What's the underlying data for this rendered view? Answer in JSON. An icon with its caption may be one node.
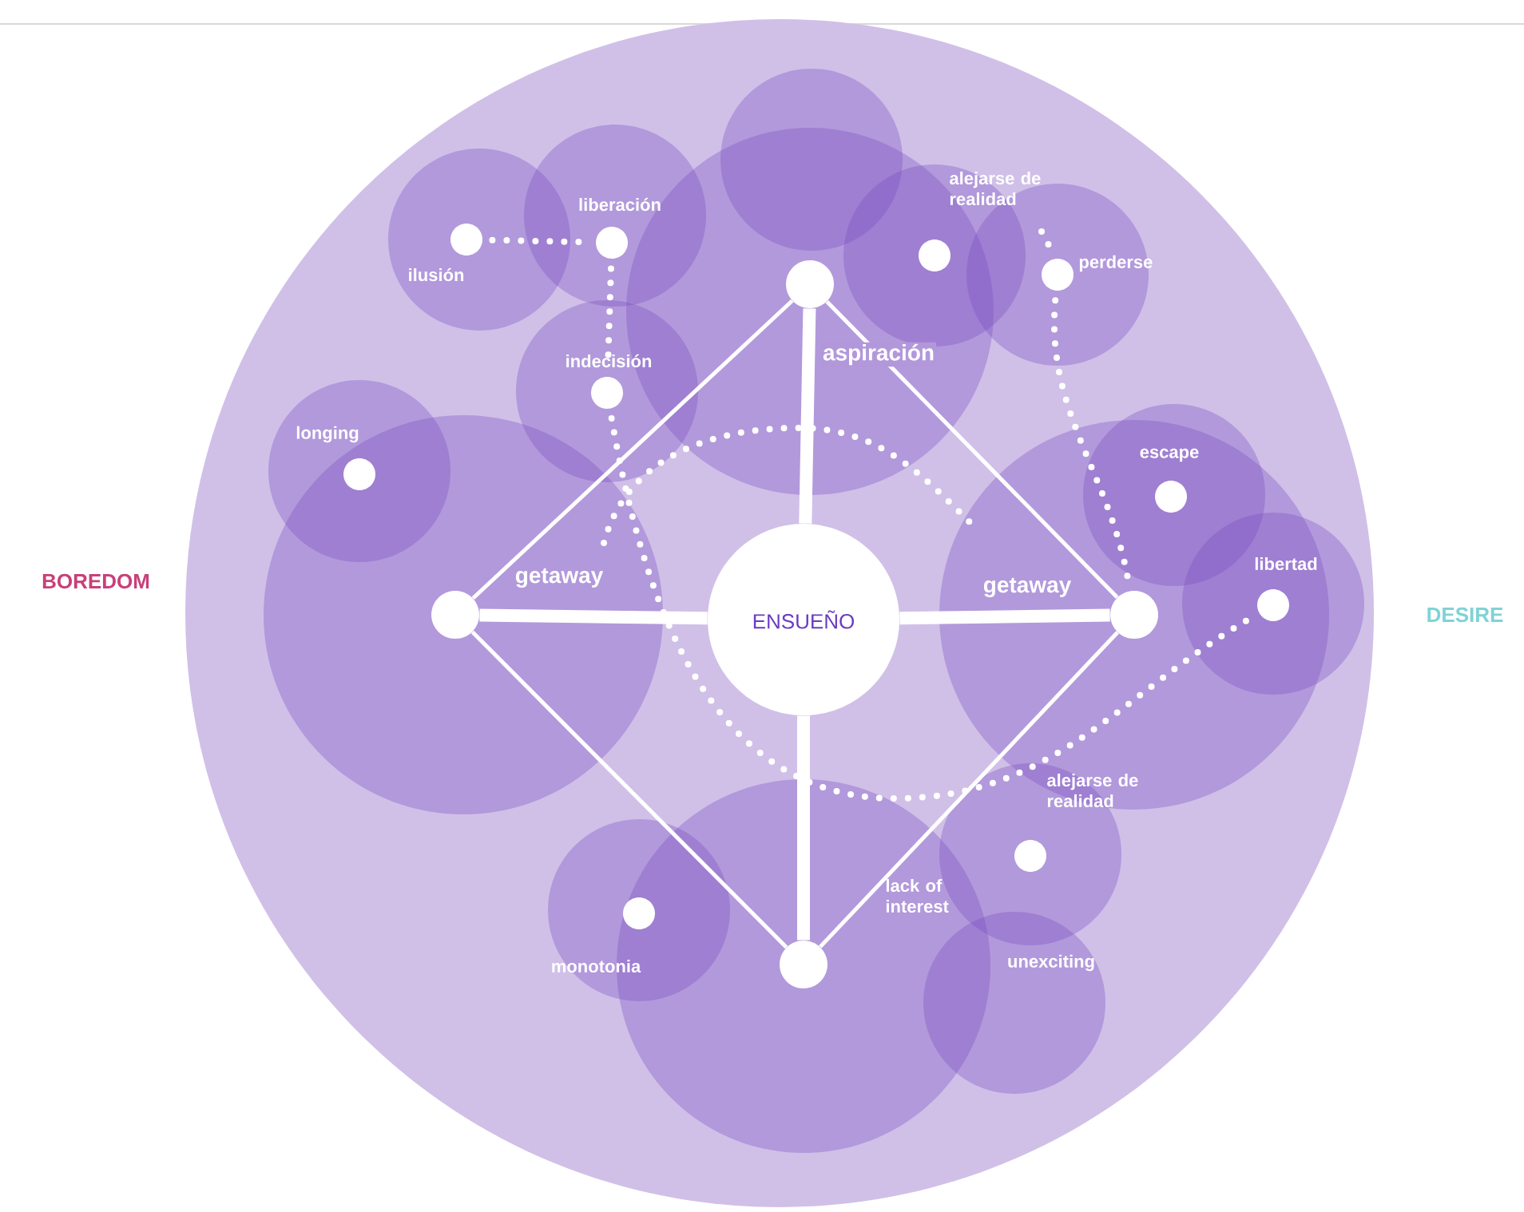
{
  "diagram": {
    "nodes": [
      {
        "text": [
          "ENSUEÑO"
        ]
      },
      {
        "text": [],
        "shape": "circle",
        "beside": [
          "aspiración"
        ]
      },
      {
        "text": [],
        "shape": "circle",
        "beside": [
          "getaway"
        ]
      },
      {
        "text": [],
        "shape": "circle",
        "beside": [
          "getaway"
        ]
      },
      {
        "text": [],
        "shape": "circle",
        "beside": [
          "lack of interest"
        ]
      },
      {
        "text": [],
        "shape": "circle",
        "beside": [
          "ilusión"
        ]
      },
      {
        "text": [],
        "shape": "circle",
        "beside": [
          "liberación"
        ]
      },
      {
        "text": [],
        "shape": "circle",
        "beside": [
          "indecisión"
        ]
      },
      {
        "text": [],
        "shape": "circle",
        "beside": [
          "alejarse de realidad"
        ]
      },
      {
        "text": [],
        "shape": "circle",
        "beside": [
          "perderse"
        ]
      },
      {
        "text": [],
        "shape": "circle",
        "beside": [
          "longing"
        ]
      },
      {
        "text": [],
        "shape": "circle",
        "beside": [
          "escape"
        ]
      },
      {
        "text": [],
        "shape": "circle",
        "beside": [
          "libertad"
        ]
      },
      {
        "text": [],
        "shape": "circle",
        "beside": [
          "alejarse de realidad"
        ]
      },
      {
        "text": [],
        "shape": "circle",
        "beside": [
          "monotonia"
        ]
      }
    ],
    "edges": [
      {
        "from": 0,
        "to": 1,
        "arrow": "none",
        "style": "thick"
      },
      {
        "from": 0,
        "to": 2,
        "arrow": "none",
        "style": "thick"
      },
      {
        "from": 0,
        "to": 3,
        "arrow": "none",
        "style": "thick"
      },
      {
        "from": 0,
        "to": 4,
        "arrow": "none",
        "style": "thick"
      },
      {
        "from": 1,
        "to": 3,
        "arrow": "none"
      },
      {
        "from": 3,
        "to": 4,
        "arrow": "none"
      },
      {
        "from": 4,
        "to": 2,
        "arrow": "none"
      },
      {
        "from": 2,
        "to": 1,
        "arrow": "none"
      },
      {
        "from": 5,
        "to": 6,
        "arrow": "none",
        "style": "dashed"
      },
      {
        "from": 6,
        "to": 7,
        "arrow": "none",
        "style": "dashed"
      },
      {
        "from": 7,
        "to": 12,
        "arrow": "none",
        "style": "dashed"
      },
      {
        "from": 9,
        "to": 3,
        "arrow": "none",
        "style": "dashed"
      }
    ],
    "labels": [
      "BOREDOM",
      "DESIRE",
      "unexciting"
    ]
  }
}
